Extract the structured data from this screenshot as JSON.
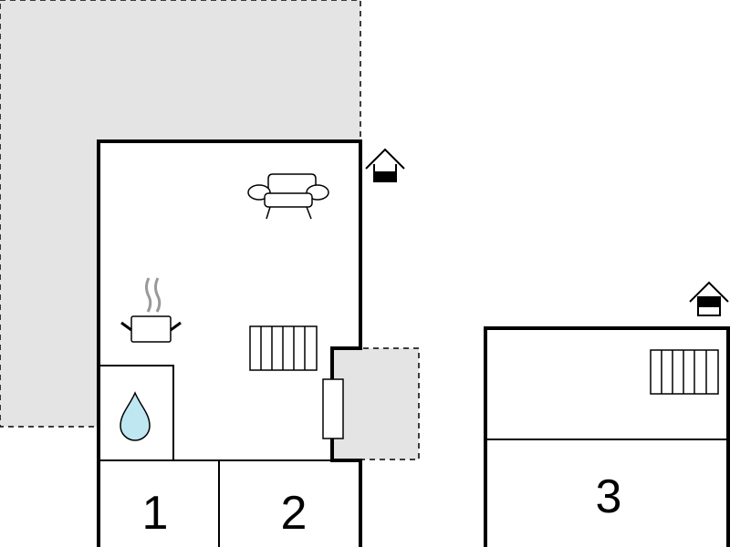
{
  "rooms": [
    {
      "label": "1"
    },
    {
      "label": "2"
    },
    {
      "label": "3"
    }
  ],
  "colors": {
    "outdoor_area": "#e4e4e4",
    "water": "#bfe7f2",
    "wall": "#000000"
  },
  "icons": {
    "entrance_main": "entrance-house-icon",
    "entrance_side": "entrance-house-icon",
    "sofa": "sofa-icon",
    "cooking": "cooking-pot-icon",
    "heater_main": "radiator-icon",
    "heater_side": "radiator-icon",
    "water": "water-drop-icon",
    "door": "door-icon"
  }
}
